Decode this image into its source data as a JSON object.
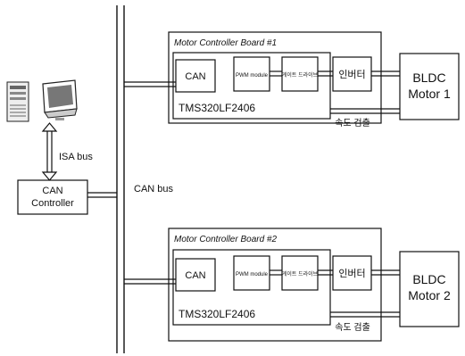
{
  "pc": {
    "bus_label": "ISA bus"
  },
  "can_controller": {
    "line1": "CAN",
    "line2": "Controller"
  },
  "can_bus_label": "CAN bus",
  "boards": [
    {
      "title": "Motor Controller Board #1",
      "can_label": "CAN",
      "pwm_label": "PWM module",
      "gate_label": "게이트 드라이브",
      "inverter_label": "인버터",
      "dsp_label": "TMS320LF2406",
      "speed_label": "속도 검출",
      "motor_line1": "BLDC",
      "motor_line2": "Motor 1"
    },
    {
      "title": "Motor Controller Board #2",
      "can_label": "CAN",
      "pwm_label": "PWM module",
      "gate_label": "게이트 드라이브",
      "inverter_label": "인버터",
      "dsp_label": "TMS320LF2406",
      "speed_label": "속도 검출",
      "motor_line1": "BLDC",
      "motor_line2": "Motor 2"
    }
  ]
}
